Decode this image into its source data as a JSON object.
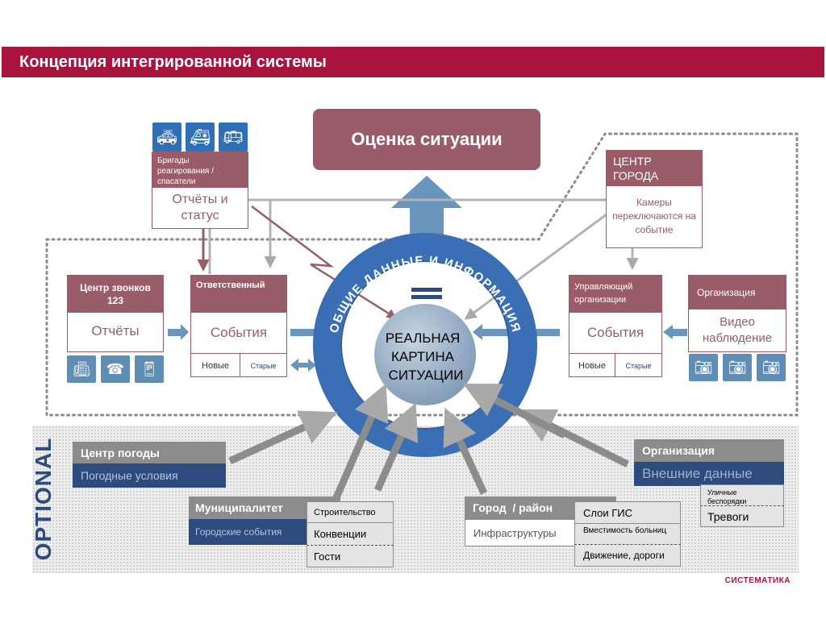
{
  "title": "Концепция интегрированной системы",
  "assessment": "Оценка ситуации",
  "ring_text": "ОБЩИЕ ДАННЫЕ И ИНФОРМАЦИЯ",
  "core_lines": [
    "РЕАЛЬНАЯ",
    "КАРТИНА",
    "СИТУАЦИИ"
  ],
  "brigades": {
    "header": "Бригады реагирования / спасатели",
    "body": "Отчёты и статус"
  },
  "city_center": {
    "header": "ЦЕНТР ГОРОДА",
    "body": "Камеры переключаются на событие"
  },
  "call_center": {
    "header": "Центр звонков 123",
    "body": "Отчёты"
  },
  "responsible": {
    "header": "Ответственный",
    "body": "События",
    "new": "Новые",
    "old": "Старые"
  },
  "managing_org": {
    "header": "Управляющий организации",
    "body": "События",
    "new": "Новые",
    "old": "Старые"
  },
  "org_video": {
    "header": "Организация",
    "body": "Видео наблюдение"
  },
  "optional_label": "OPTIONAL",
  "weather": {
    "header": "Центр погоды",
    "body": "Погодные условия"
  },
  "org_external": {
    "header": "Организация",
    "body": "Внешние данные",
    "riots": "Уличные беспорядки",
    "alarms": "Тревоги"
  },
  "municipality": {
    "header": "Муниципалитет",
    "body": "Городские события",
    "items": [
      "Строительство",
      "Конвенции",
      "Гости"
    ]
  },
  "city_district": {
    "header": "Город  / район",
    "body": "Инфраструктуры",
    "items": [
      "Слои ГИС",
      "Вместимость больниц",
      "Движение, дороги"
    ]
  },
  "logo": "СИСТЕМАТИКА",
  "colors": {
    "header_red": "#a8143c",
    "rose": "#9a5c68",
    "blue_ring": "#3a6eb5",
    "navy": "#2e4b7d",
    "gray": "#8c8c8c"
  }
}
